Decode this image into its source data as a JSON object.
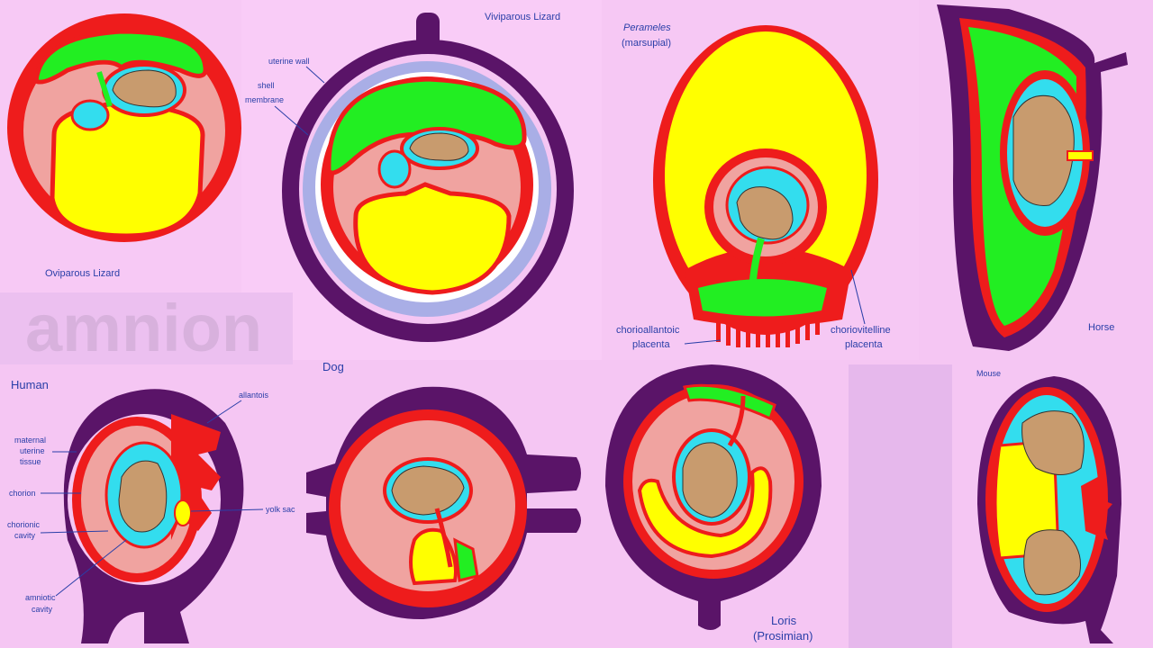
{
  "watermark": "amnion",
  "colors": {
    "background": "#f5c6f3",
    "red": "#ee1c1c",
    "purple": "#5a1468",
    "green": "#22ee22",
    "yellow": "#ffff00",
    "cyan": "#33ddee",
    "pink": "#f0a3a0",
    "brown": "#c89b6e",
    "lavender": "#a9aee6",
    "label": "#2a3fa8"
  },
  "panels": {
    "oviparous_lizard": {
      "title": "Oviparous Lizard"
    },
    "viviparous_lizard": {
      "title": "Viviparous Lizard",
      "uterine_wall": "uterine wall",
      "shell_1": "shell",
      "shell_2": "membrane"
    },
    "perameles": {
      "title": "Perameles",
      "subtitle": "(marsupial)",
      "chorioallantoic_1": "chorioallantoic",
      "chorioallantoic_2": "placenta",
      "choriovitelline_1": "choriovitelline",
      "choriovitelline_2": "placenta"
    },
    "horse": {
      "title": "Horse"
    },
    "human": {
      "title": "Human",
      "allantois": "allantois",
      "maternal_1": "maternal",
      "maternal_2": "uterine",
      "maternal_3": "tissue",
      "chorion": "chorion",
      "chorionic_1": "chorionic",
      "chorionic_2": "cavity",
      "yolk_sac": "yolk sac",
      "amniotic_1": "amniotic",
      "amniotic_2": "cavity"
    },
    "dog": {
      "title": "Dog"
    },
    "loris": {
      "title_1": "Loris",
      "title_2": "(Prosimian)"
    },
    "mouse": {
      "title": "Mouse"
    }
  }
}
